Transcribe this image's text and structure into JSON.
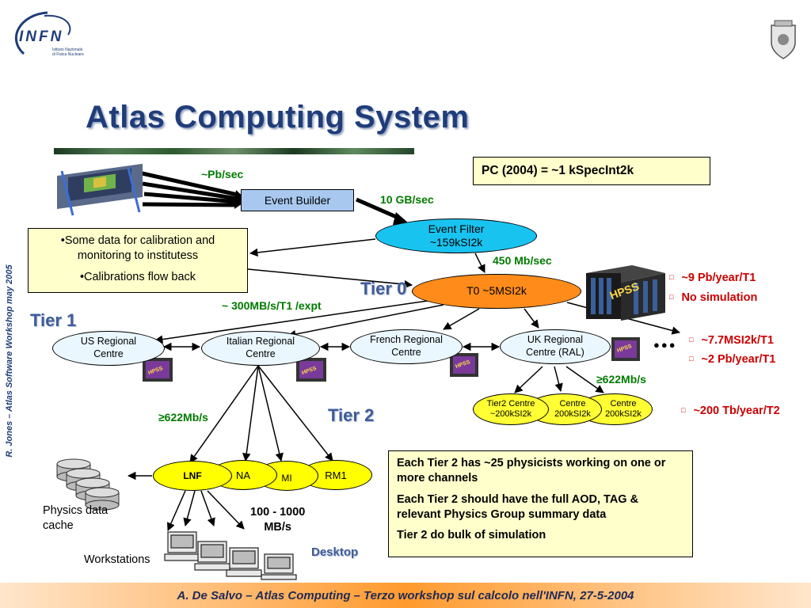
{
  "title": "Atlas Computing System",
  "side_text": "R. Jones – Atlas Software Workshop may 2005",
  "logo_infn": {
    "letters": "INFN",
    "subtitle_line1": "Istituto Nazionale",
    "subtitle_line2": "di Fisica Nucleare"
  },
  "pc_box": "PC (2004) = ~1 kSpecInt2k",
  "detector_rate": "~Pb/sec",
  "event_builder": "Event Builder",
  "eb_rate": "10 GB/sec",
  "event_filter": {
    "line1": "Event Filter",
    "line2": "~159kSI2k"
  },
  "ef_rate": "450 Mb/sec",
  "calib_box": {
    "line1": "•Some data for calibration and monitoring to institutess",
    "line2": "•Calibrations flow back"
  },
  "tier0_label": "Tier 0",
  "t0": "T0 ~5MSI2k",
  "t0_notes": [
    "~9 Pb/year/T1",
    "No simulation"
  ],
  "t1_rate": "~ 300MB/s/T1 /expt",
  "tier1_label": "Tier 1",
  "regional_centres": [
    {
      "line1": "US Regional",
      "line2": "Centre"
    },
    {
      "line1": "Italian Regional",
      "line2": "Centre"
    },
    {
      "line1": "French Regional",
      "line2": "Centre"
    },
    {
      "line1": "UK Regional",
      "line2": "Centre (RAL)"
    }
  ],
  "ellipsis": "●●●",
  "t1_notes": [
    "~7.7MSI2k/T1",
    "~2 Pb/year/T1"
  ],
  "uk_rate": "≥622Mb/s",
  "tier2_centres": [
    {
      "line1": "Tier2 Centre",
      "line2": "~200kSI2k"
    },
    {
      "line1": "Centre",
      "line2": "200kSI2k"
    },
    {
      "line1": "Centre",
      "line2": "200kSI2k"
    }
  ],
  "t2_note": "~200 Tb/year/T2",
  "tier2_label": "Tier 2",
  "it_rate": "≥622Mb/s",
  "tier3_sites": [
    "LNF",
    "NA",
    "MI",
    "RM1"
  ],
  "physics_cache": {
    "line1": "Physics data",
    "line2": "cache"
  },
  "desktop_rate": {
    "line1": "100 - 1000",
    "line2": "MB/s"
  },
  "workstations": "Workstations",
  "desktop": "Desktop",
  "hpss": "HPSS",
  "info_box": [
    "Each Tier 2 has ~25 physicists working on one or more channels",
    "Each Tier 2 should have the full AOD, TAG & relevant Physics Group summary data",
    "Tier 2 do bulk of simulation"
  ],
  "footer": {
    "part1": "A. De Salvo – ",
    "part2": "Atlas Computing",
    "part3": " – Terzo workshop sul calcolo nell'INFN, 27-5-2004"
  },
  "colors": {
    "title": "#1f3d7a",
    "green_rate": "#007a00",
    "red_note": "#cc0000",
    "event_filter": "#19c3f0",
    "t0": "#ff8c1a",
    "tier3": "#ffff00"
  }
}
